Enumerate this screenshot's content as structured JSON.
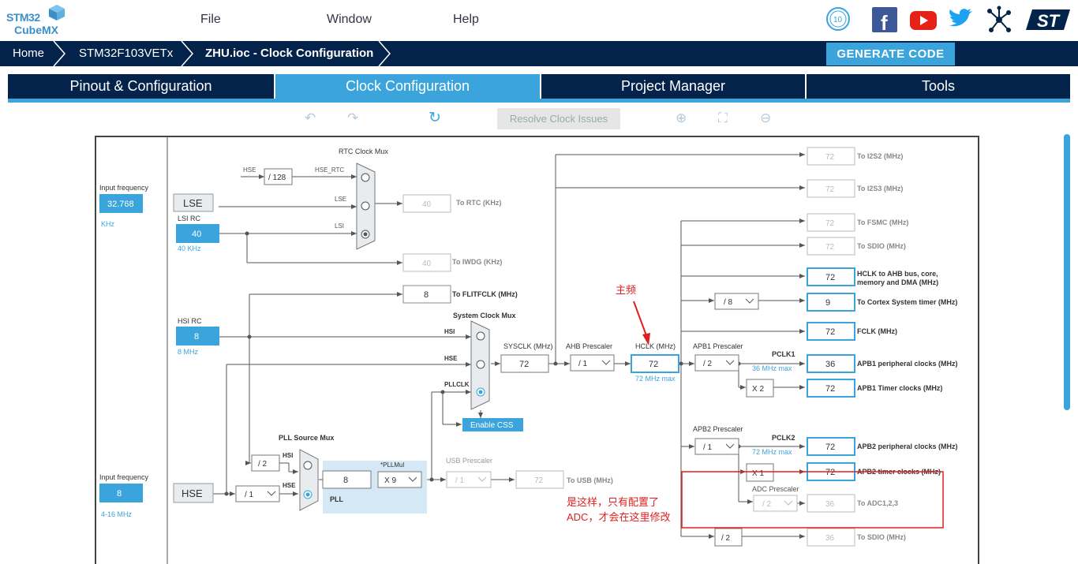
{
  "app": {
    "logo_line1": "STM32",
    "logo_line2": "CubeMX"
  },
  "menu": {
    "file": "File",
    "window": "Window",
    "help": "Help"
  },
  "breadcrumb": {
    "home": "Home",
    "mcu": "STM32F103VETx",
    "file": "ZHU.ioc - Clock Configuration"
  },
  "generate_label": "GENERATE CODE",
  "tabs": [
    "Pinout & Configuration",
    "Clock Configuration",
    "Project Manager",
    "Tools"
  ],
  "toolbar": {
    "resolve": "Resolve Clock Issues"
  },
  "colors": {
    "navy": "#03234b",
    "accent": "#3ba4dc",
    "annot": "#e02020"
  },
  "clock": {
    "input_freq": "Input frequency",
    "lse_val": "32.768",
    "khz": "KHz",
    "lse": "LSE",
    "lsi_rc": "LSI RC",
    "lsi_val": "40",
    "lsi_khz": "40 KHz",
    "rtc_mux": "RTC Clock Mux",
    "hse_in": "HSE",
    "div128": "/ 128",
    "hse_rtc": "HSE_RTC",
    "lse_in": "LSE",
    "lsi_in": "LSI",
    "rtc_val": "40",
    "to_rtc": "To RTC (KHz)",
    "iwdg_val": "40",
    "to_iwdg": "To IWDG (KHz)",
    "flit_val": "8",
    "to_flit": "To FLITFCLK (MHz)",
    "hsi_rc": "HSI RC",
    "hsi_val": "8",
    "hsi_mhz": "8 MHz",
    "sys_mux": "System Clock Mux",
    "hsi": "HSI",
    "hse": "HSE",
    "pllclk": "PLLCLK",
    "sysclk_lbl": "SYSCLK (MHz)",
    "sysclk_val": "72",
    "ahb_lbl": "AHB Prescaler",
    "ahb_val": "/ 1",
    "hclk_lbl": "HCLK (MHz)",
    "hclk_val": "72",
    "hclk_max": "72 MHz max",
    "enable_css": "Enable CSS",
    "pll_mux": "PLL Source Mux",
    "div2": "/ 2",
    "hse_div_val": "/ 1",
    "hse_box": "HSE",
    "hse_freq": "8",
    "hse_range": "4-16 MHz",
    "pll_in": "8",
    "pllmul_lbl": "*PLLMul",
    "pllmul_val": "X 9",
    "pll_lbl": "PLL",
    "usb_lbl": "USB Prescaler",
    "usb_div": "/ 1",
    "usb_val": "72",
    "to_usb": "To USB (MHz)",
    "apb1_lbl": "APB1 Prescaler",
    "apb1_val": "/ 2",
    "pclk1": "PCLK1",
    "pclk1_max": "36 MHz max",
    "x2": "X 2",
    "apb2_lbl": "APB2 Prescaler",
    "apb2_val": "/ 1",
    "pclk2": "PCLK2",
    "pclk2_max": "72 MHz max",
    "x1": "X 1",
    "adc_lbl": "ADC Prescaler",
    "adc_val": "/ 2",
    "cortex_div": "/ 8",
    "sdio_div": "/ 2",
    "outputs": [
      {
        "val": "72",
        "lbl": "To I2S2 (MHz)"
      },
      {
        "val": "72",
        "lbl": "To I2S3 (MHz)"
      },
      {
        "val": "72",
        "lbl": "To FSMC (MHz)"
      },
      {
        "val": "72",
        "lbl": "To SDIO (MHz)"
      },
      {
        "val": "72",
        "lbl": "HCLK to AHB bus, core,",
        "lbl2": "memory and DMA (MHz)"
      },
      {
        "val": "9",
        "lbl": "To Cortex System timer (MHz)"
      },
      {
        "val": "72",
        "lbl": "FCLK (MHz)"
      },
      {
        "val": "36",
        "lbl": "APB1 peripheral clocks (MHz)"
      },
      {
        "val": "72",
        "lbl": "APB1 Timer clocks (MHz)"
      },
      {
        "val": "72",
        "lbl": "APB2 peripheral clocks (MHz)"
      },
      {
        "val": "72",
        "lbl": "APB2 timer clocks (MHz)"
      },
      {
        "val": "36",
        "lbl": "To ADC1,2,3"
      },
      {
        "val": "36",
        "lbl": "To SDIO (MHz)"
      }
    ]
  },
  "annotations": {
    "main_freq": "主频",
    "note1": "是这样，只有配置了",
    "note2": "ADC，才会在这里修改"
  }
}
